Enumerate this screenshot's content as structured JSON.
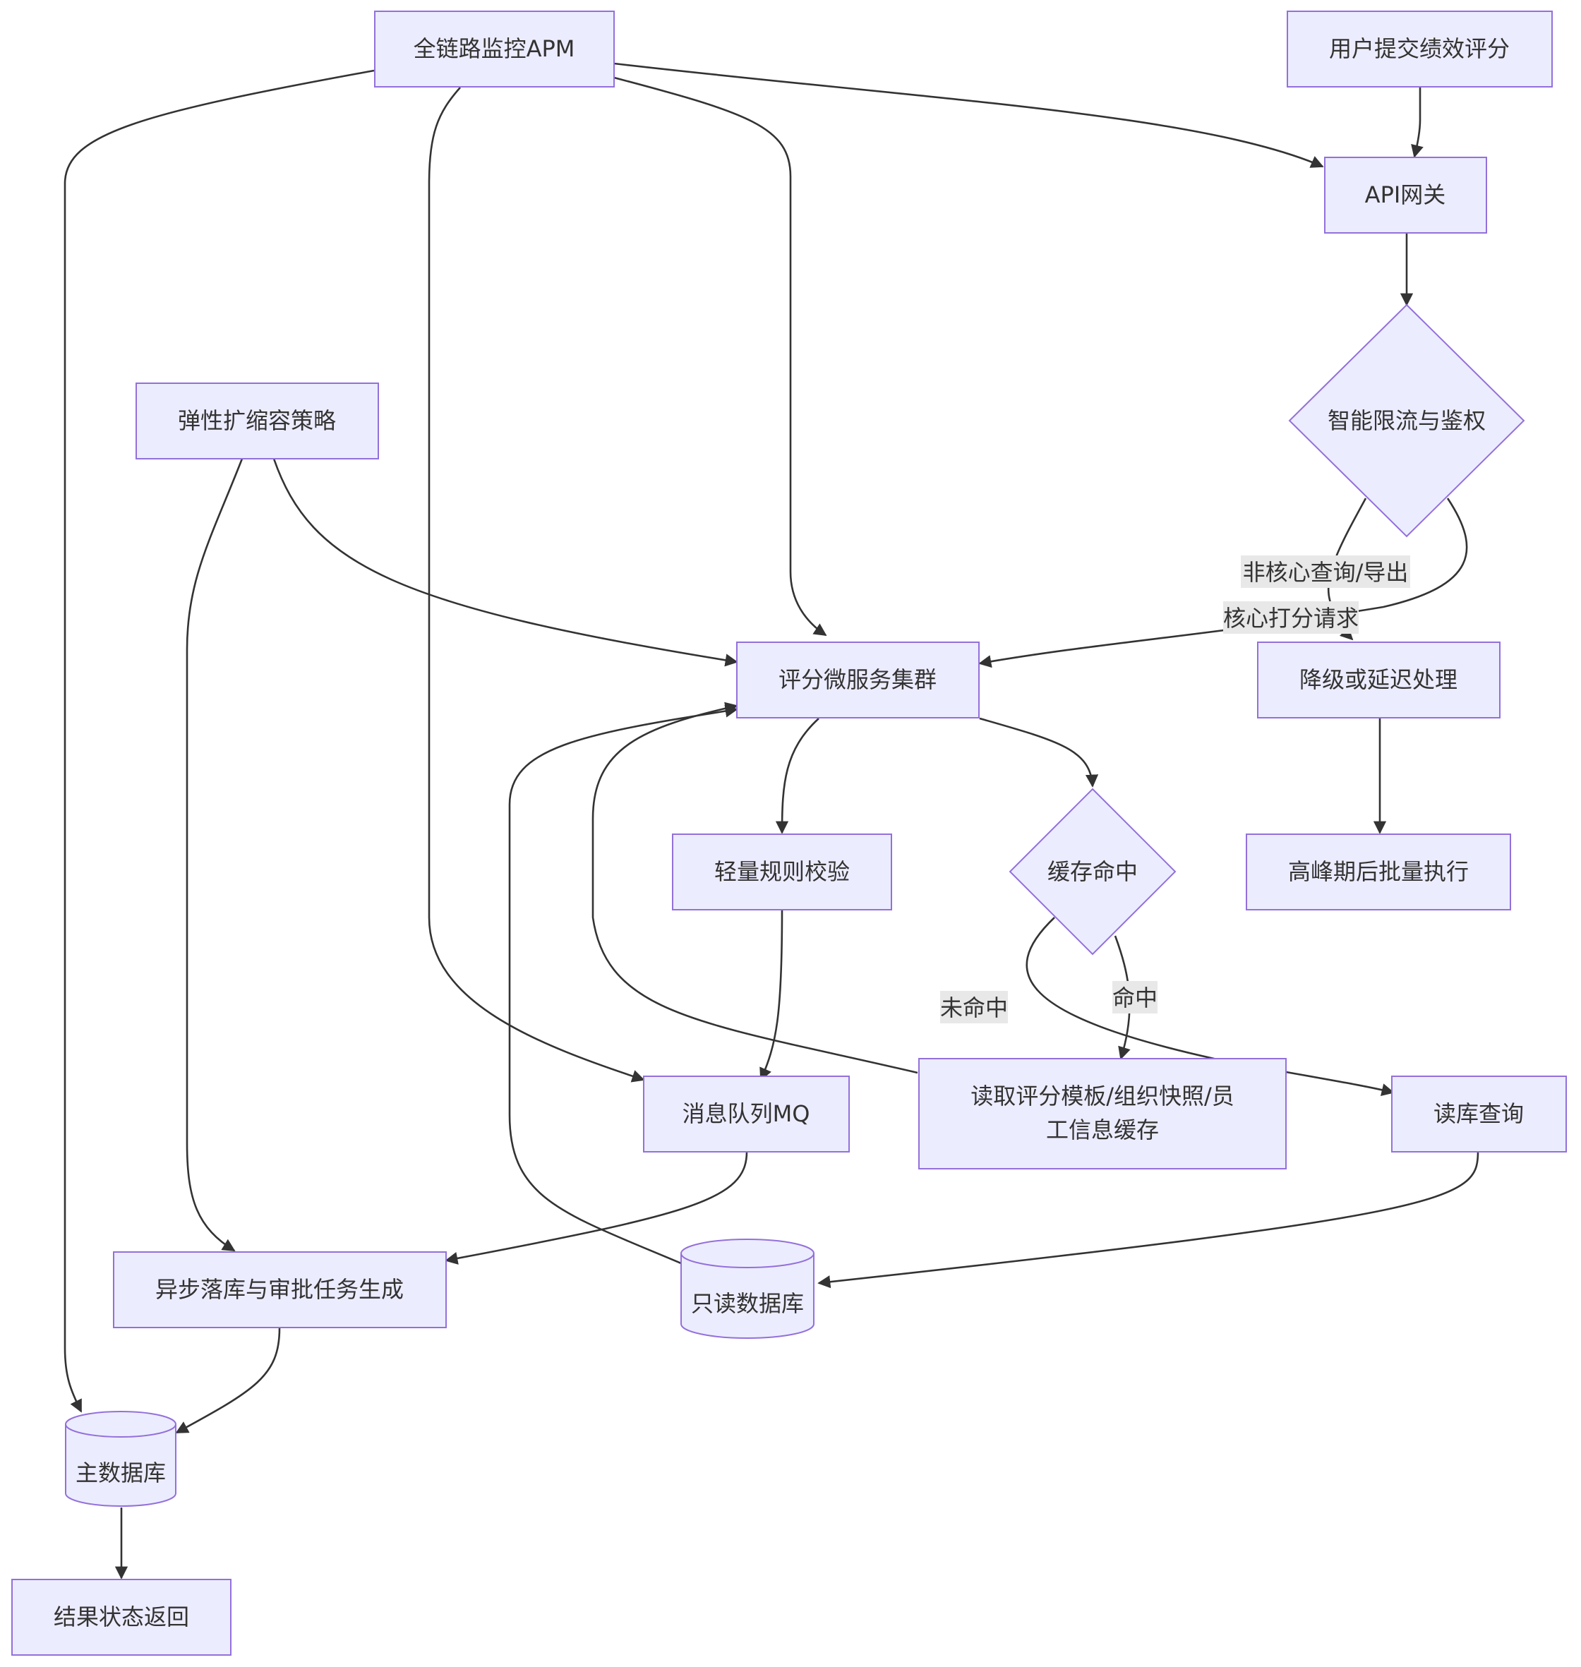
{
  "nodes": {
    "apm": "全链路监控APM",
    "user_submit": "用户提交绩效评分",
    "gateway": "API网关",
    "rate_limit": "智能限流与鉴权",
    "autoscale": "弹性扩缩容策略",
    "scoring_cluster": "评分微服务集群",
    "degrade": "降级或延迟处理",
    "light_rules": "轻量规则校验",
    "cache_hit": "缓存命中",
    "batch_after_peak": "高峰期后批量执行",
    "mq": "消息队列MQ",
    "read_cache_line1": "读取评分模板/组织快照/员",
    "read_cache_line2": "工信息缓存",
    "read_replica_query": "读库查询",
    "async_persist": "异步落库与审批任务生成",
    "readonly_db": "只读数据库",
    "main_db": "主数据库",
    "result_return": "结果状态返回"
  },
  "edge_labels": {
    "non_core": "非核心查询/导出",
    "core": "核心打分请求",
    "miss": "未命中",
    "hit": "命中"
  }
}
